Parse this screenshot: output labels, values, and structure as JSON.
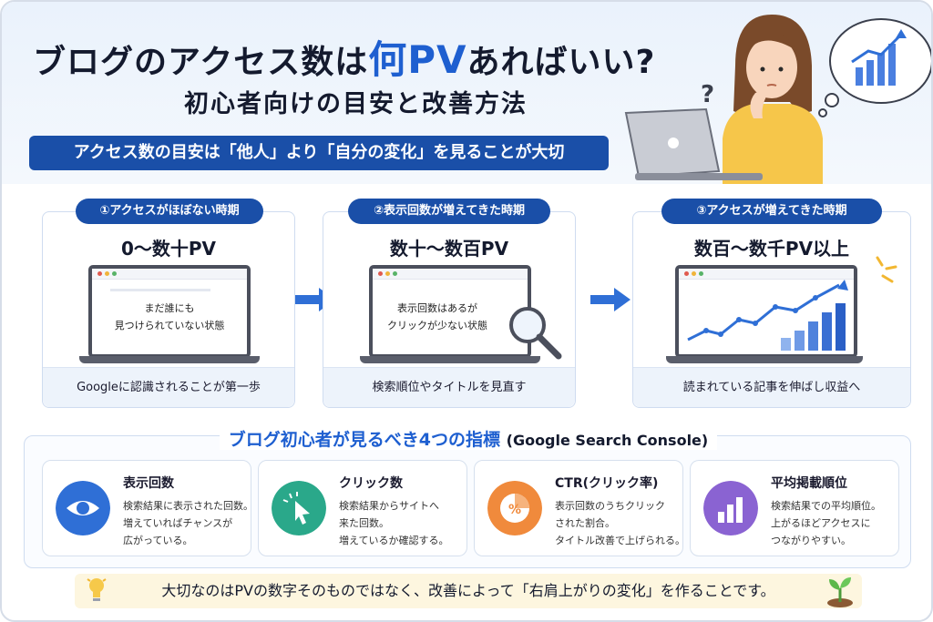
{
  "header": {
    "title_prefix": "ブログのアクセス数は",
    "title_highlight": "何PV",
    "title_suffix": "あればいい?",
    "subtitle": "初心者向けの目安と改善方法",
    "banner": "アクセス数の目安は「他人」より「自分の変化」を見ることが大切"
  },
  "stages": [
    {
      "pill": "①アクセスがほぼない時期",
      "pv": "0〜数十PV",
      "screen_lines": [
        "まだ誰にも",
        "見つけられていない状態"
      ],
      "footer": "Googleに認識されることが第一歩"
    },
    {
      "pill": "②表示回数が増えてきた時期",
      "pv": "数十〜数百PV",
      "screen_lines": [
        "表示回数はあるが",
        "クリックが少ない状態"
      ],
      "footer": "検索順位やタイトルを見直す"
    },
    {
      "pill": "③アクセスが増えてきた時期",
      "pv": "数百〜数千PV以上",
      "footer": "読まれている記事を伸ばし収益へ"
    }
  ],
  "metrics": {
    "title": "ブログ初心者が見るべき4つの指標",
    "title_en": "(Google Search Console)",
    "items": [
      {
        "name": "表示回数",
        "icon": "eye-icon",
        "color": "#2f6fd6",
        "desc": [
          "検索結果に表示された回数。",
          "増えていればチャンスが",
          "広がっている。"
        ]
      },
      {
        "name": "クリック数",
        "icon": "cursor-click-icon",
        "color": "#2aa88a",
        "desc": [
          "検索結果からサイトへ",
          "来た回数。",
          "増えているか確認する。"
        ]
      },
      {
        "name": "CTR(クリック率)",
        "icon": "percent-pie-icon",
        "color": "#f08a3c",
        "desc": [
          "表示回数のうちクリック",
          "された割合。",
          "タイトル改善で上げられる。"
        ]
      },
      {
        "name": "平均掲載順位",
        "icon": "bar-chart-icon",
        "color": "#8a63d2",
        "desc": [
          "検索結果での平均順位。",
          "上がるほどアクセスに",
          "つながりやすい。"
        ]
      }
    ]
  },
  "note": "大切なのはPVの数字そのものではなく、改善によって「右肩上がりの変化」を作ることです。"
}
